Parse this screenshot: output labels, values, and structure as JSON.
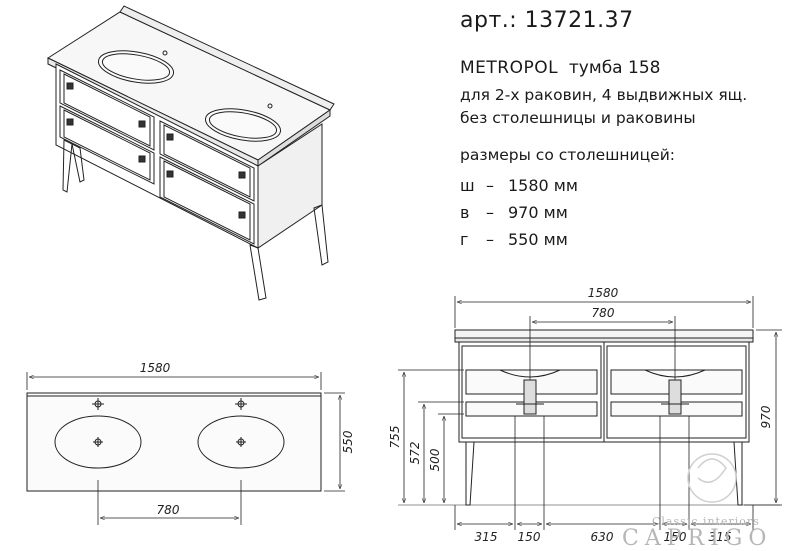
{
  "header": {
    "article": "арт.: 13721.37",
    "model_name": "METROPOL",
    "model_type": "тумба 158",
    "desc_line1": "для 2-х раковин, 4 выдвижных ящ.",
    "desc_line2": "без столешницы и раковины",
    "sizes_title": "размеры со столешницей:"
  },
  "dimensions": [
    {
      "key": "ш",
      "dash": "–",
      "value": "1580 мм"
    },
    {
      "key": "в",
      "dash": "–",
      "value": "970 мм"
    },
    {
      "key": "г",
      "dash": "–",
      "value": "550 мм"
    }
  ],
  "top_view": {
    "width_label": "1580",
    "depth_label": "550",
    "sink_spacing_label": "780"
  },
  "front_view": {
    "width_label": "1580",
    "sink_spacing_label": "780",
    "height_label": "970",
    "h755": "755",
    "h572": "572",
    "h500": "500",
    "bottom_dims": [
      "315",
      "150",
      "630",
      "150",
      "315"
    ]
  },
  "watermark": {
    "brand": "CAPRIGO",
    "tagline": "Classic interiors"
  }
}
